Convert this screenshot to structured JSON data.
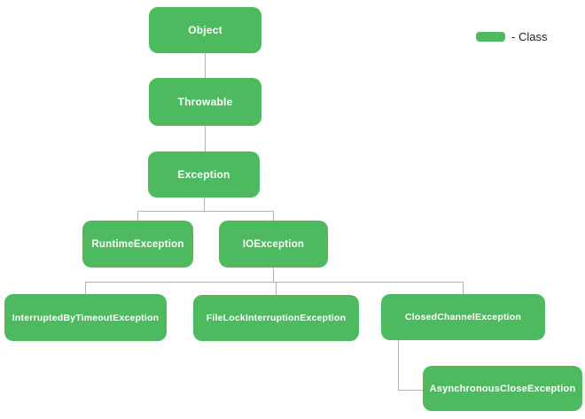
{
  "diagram": {
    "type": "class-hierarchy",
    "nodes": [
      {
        "id": "object",
        "label": "Object",
        "parent": null
      },
      {
        "id": "throwable",
        "label": "Throwable",
        "parent": "object"
      },
      {
        "id": "exception",
        "label": "Exception",
        "parent": "throwable"
      },
      {
        "id": "runtime-exception",
        "label": "RuntimeException",
        "parent": "exception"
      },
      {
        "id": "io-exception",
        "label": "IOException",
        "parent": "exception"
      },
      {
        "id": "interrupted-by-timeout-exception",
        "label": "InterruptedByTimeoutException",
        "parent": "io-exception"
      },
      {
        "id": "file-lock-interruption-exception",
        "label": "FileLockInterruptionException",
        "parent": "io-exception"
      },
      {
        "id": "closed-channel-exception",
        "label": "ClosedChannelException",
        "parent": "io-exception"
      },
      {
        "id": "asynchronous-close-exception",
        "label": "AsynchronousCloseException",
        "parent": "closed-channel-exception"
      }
    ],
    "colors": {
      "class_fill": "#4eba60",
      "node_text": "#ffffff",
      "edge": "#b5b5b5",
      "background": "#ffffff"
    }
  },
  "legend": {
    "swatch_color": "#4eba60",
    "label": "- Class"
  }
}
